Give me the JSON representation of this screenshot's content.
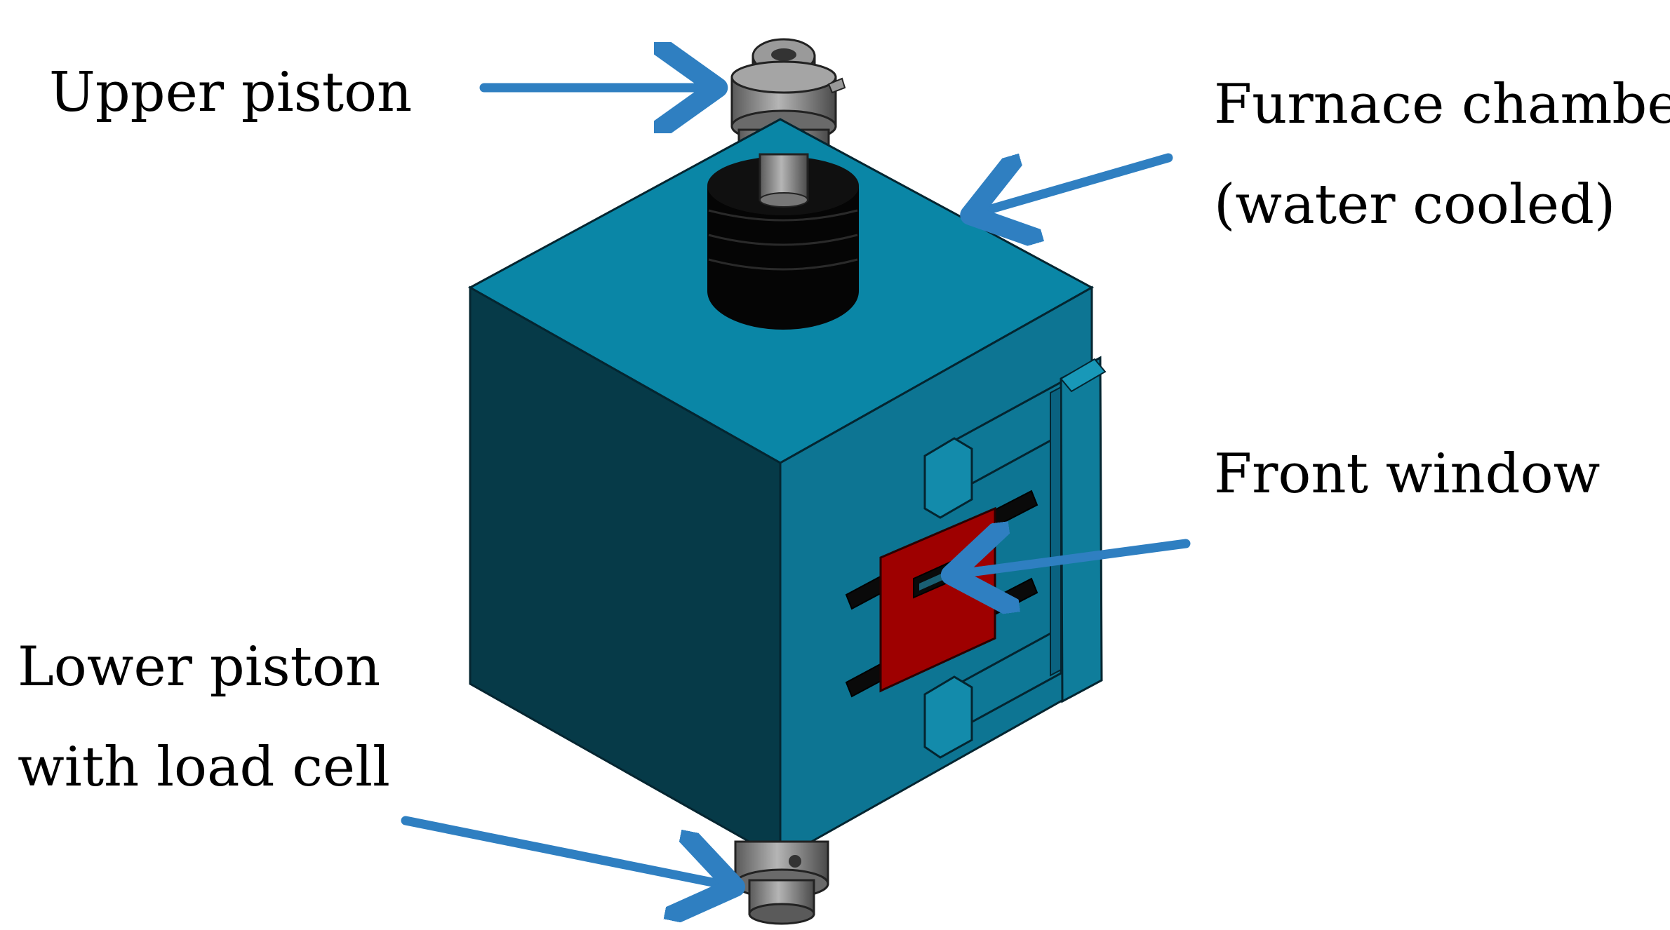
{
  "labels": {
    "upper_piston": "Upper piston",
    "furnace_chamber_line1": "Furnace chamber",
    "furnace_chamber_line2": "(water cooled)",
    "front_window": "Front window",
    "lower_piston_line1": "Lower piston",
    "lower_piston_line2": "with load cell"
  },
  "colors": {
    "arrow": "#2f7fc1",
    "chamber_top": "#0a86a6",
    "chamber_left": "#063a48",
    "chamber_right": "#0d7593",
    "window_plate": "#9e0000",
    "piston_metal": "#8a8a8a",
    "bellows": "#050505",
    "text": "#000000"
  }
}
